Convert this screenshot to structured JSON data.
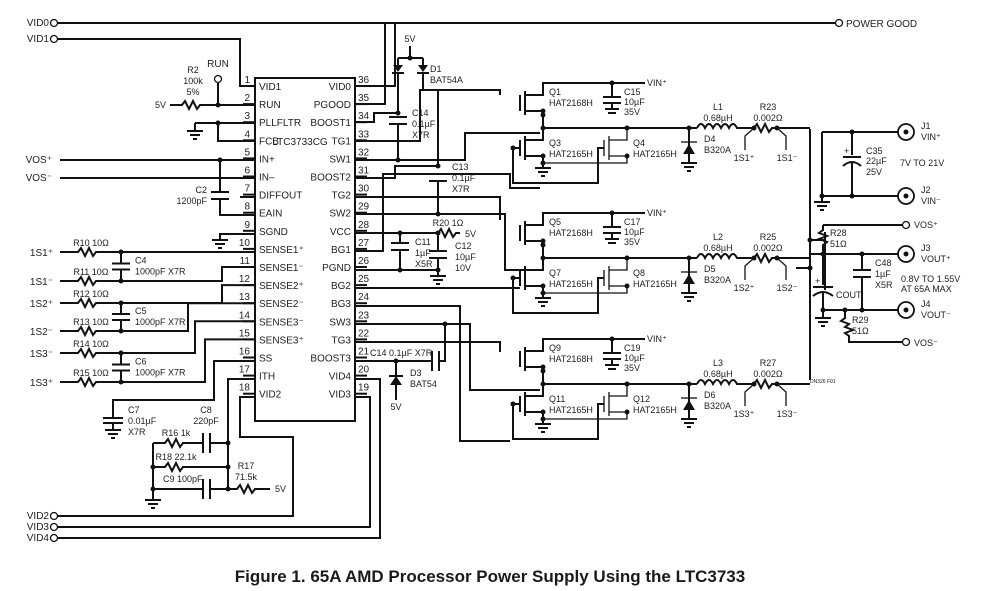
{
  "caption": "Figure 1. 65A AMD Processor Power Supply Using the LTC3733",
  "ic": {
    "ref": "LTC3733CG",
    "left_pins": [
      {
        "num": "1",
        "name": "VID1"
      },
      {
        "num": "2",
        "name": "RUN"
      },
      {
        "num": "3",
        "name": "PLLFLTR"
      },
      {
        "num": "4",
        "name": "FCB"
      },
      {
        "num": "5",
        "name": "IN+"
      },
      {
        "num": "6",
        "name": "IN–"
      },
      {
        "num": "7",
        "name": "DIFFOUT"
      },
      {
        "num": "8",
        "name": "EAIN"
      },
      {
        "num": "9",
        "name": "SGND"
      },
      {
        "num": "10",
        "name": "SENSE1⁺"
      },
      {
        "num": "11",
        "name": "SENSE1⁻"
      },
      {
        "num": "12",
        "name": "SENSE2⁺"
      },
      {
        "num": "13",
        "name": "SENSE2⁻"
      },
      {
        "num": "14",
        "name": "SENSE3⁻"
      },
      {
        "num": "15",
        "name": "SENSE3⁺"
      },
      {
        "num": "16",
        "name": "SS"
      },
      {
        "num": "17",
        "name": "ITH"
      },
      {
        "num": "18",
        "name": "VID2"
      }
    ],
    "right_pins": [
      {
        "num": "36",
        "name": "VID0"
      },
      {
        "num": "35",
        "name": "PGOOD"
      },
      {
        "num": "34",
        "name": "BOOST1"
      },
      {
        "num": "33",
        "name": "TG1"
      },
      {
        "num": "32",
        "name": "SW1"
      },
      {
        "num": "31",
        "name": "BOOST2"
      },
      {
        "num": "30",
        "name": "TG2"
      },
      {
        "num": "29",
        "name": "SW2"
      },
      {
        "num": "28",
        "name": "VCC"
      },
      {
        "num": "27",
        "name": "BG1"
      },
      {
        "num": "26",
        "name": "PGND"
      },
      {
        "num": "25",
        "name": "BG2"
      },
      {
        "num": "24",
        "name": "BG3"
      },
      {
        "num": "23",
        "name": "SW3"
      },
      {
        "num": "22",
        "name": "TG3"
      },
      {
        "num": "21",
        "name": "BOOST3"
      },
      {
        "num": "20",
        "name": "VID4"
      },
      {
        "num": "19",
        "name": "VID3"
      }
    ]
  },
  "terminals": {
    "vid0": "VID0",
    "vid1": "VID1",
    "vid2": "VID2",
    "vid3": "VID3",
    "vid4": "VID4",
    "run": "RUN",
    "power_good": "POWER GOOD",
    "vos_plus": "VOS⁺",
    "vos_minus": "VOS⁻",
    "s1p": "1S1⁺",
    "s1m": "1S1⁻",
    "s2p": "1S2⁺",
    "s2m": "1S2⁻",
    "s3m": "1S3⁻",
    "s3p": "1S3⁺",
    "v5": "5V",
    "vin_plus": "VIN⁺"
  },
  "components": {
    "r2": [
      "R2",
      "100k",
      "5%"
    ],
    "c2": [
      "C2",
      "1200pF"
    ],
    "r10": "R10 10Ω",
    "r11": "R11 10Ω",
    "r12": "R12 10Ω",
    "r13": "R13 10Ω",
    "r14": "R14 10Ω",
    "r15": "R15 10Ω",
    "c4": [
      "C4",
      "1000pF X7R"
    ],
    "c5": [
      "C5",
      "1000pF X7R"
    ],
    "c6": [
      "C6",
      "1000pF X7R"
    ],
    "c7": [
      "C7",
      "0.01µF",
      "X7R"
    ],
    "c8": [
      "C8",
      "220pF"
    ],
    "r16": "R16 1k",
    "r18": "R18 22.1k",
    "c9": "C9 100pF",
    "r17": [
      "R17",
      "71.5k"
    ],
    "d1": [
      "D1",
      "BAT54A"
    ],
    "c14": [
      "C14",
      "0.1µF",
      "X7R"
    ],
    "c13": [
      "C13",
      "0.1µF",
      "X7R"
    ],
    "r20": "R20 1Ω",
    "c11": [
      "C11",
      "1µF",
      "X5R"
    ],
    "c12": [
      "C12",
      "10µF",
      "10V"
    ],
    "c14b": "C14 0.1µF X7R",
    "d3": [
      "D3",
      "BAT54"
    ],
    "phases": [
      {
        "qh": [
          "Q1",
          "HAT2168H"
        ],
        "ql": [
          "Q3",
          "HAT2165H"
        ],
        "ql2": [
          "Q4",
          "HAT2165H"
        ],
        "c": [
          "C15",
          "10µF",
          "35V"
        ],
        "d": [
          "D4",
          "B320A"
        ],
        "l": [
          "L1",
          "0.68µH"
        ],
        "r": [
          "R23",
          "0.002Ω"
        ],
        "sp": "1S1⁺",
        "sm": "1S1⁻"
      },
      {
        "qh": [
          "Q5",
          "HAT2168H"
        ],
        "ql": [
          "Q7",
          "HAT2165H"
        ],
        "ql2": [
          "Q8",
          "HAT2165H"
        ],
        "c": [
          "C17",
          "10µF",
          "35V"
        ],
        "d": [
          "D5",
          "B320A"
        ],
        "l": [
          "L2",
          "0.68µH"
        ],
        "r": [
          "R25",
          "0.002Ω"
        ],
        "sp": "1S2⁺",
        "sm": "1S2⁻"
      },
      {
        "qh": [
          "Q9",
          "HAT2168H"
        ],
        "ql": [
          "Q11",
          "HAT2165H"
        ],
        "ql2": [
          "Q12",
          "HAT2165H"
        ],
        "c": [
          "C19",
          "10µF",
          "35V"
        ],
        "d": [
          "D6",
          "B320A"
        ],
        "l": [
          "L3",
          "0.68µH"
        ],
        "r": [
          "R27",
          "0.002Ω"
        ],
        "sp": "1S3⁺",
        "sm": "1S3⁻"
      }
    ],
    "c35": [
      "C35",
      "22µF",
      "25V"
    ],
    "j1": [
      "J1",
      "VIN⁺"
    ],
    "j2": [
      "J2",
      "VIN⁻"
    ],
    "vin_range": "7V TO 21V",
    "r28": [
      "R28",
      "51Ω"
    ],
    "r29": [
      "R29",
      "51Ω"
    ],
    "c48": [
      "C48",
      "1µF",
      "X5R"
    ],
    "cout": "COUT",
    "j3": [
      "J3",
      "VOUT⁺"
    ],
    "j4": [
      "J4",
      "VOUT⁻"
    ],
    "vout_range": [
      "0.8V TO 1.55V",
      "AT 65A MAX"
    ],
    "drawing_id": "DN326 F01"
  }
}
